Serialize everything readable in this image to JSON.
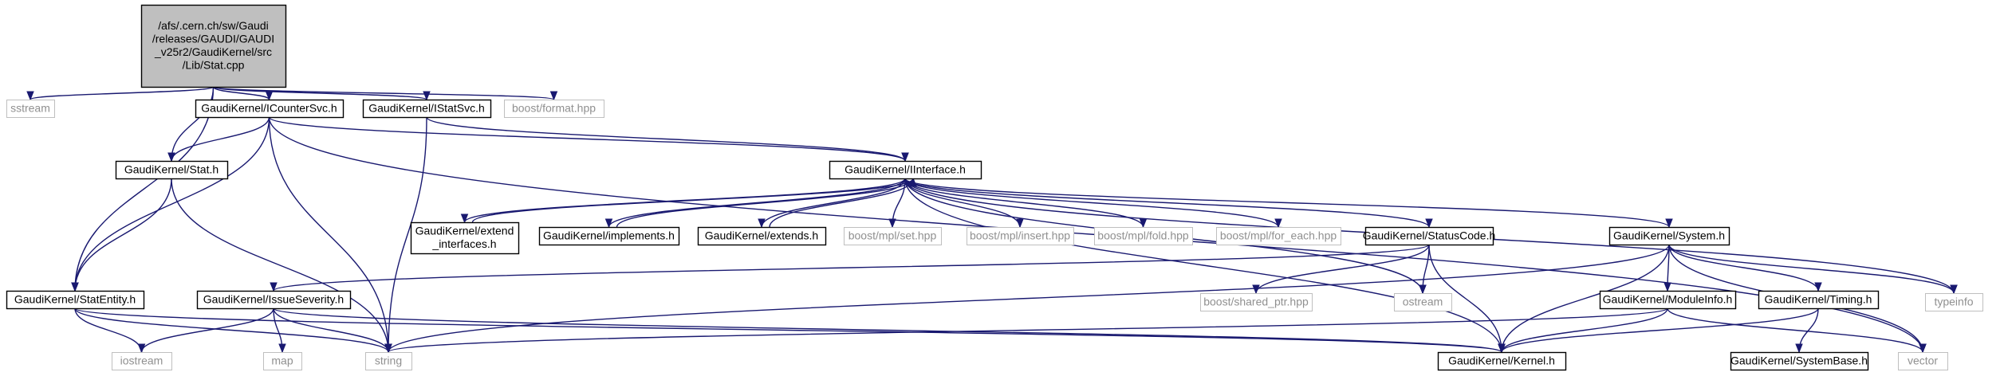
{
  "graph": {
    "title": "Include dependency graph for Stat.cpp",
    "colors": {
      "edge": "#191970",
      "root_fill": "#bfbfbf",
      "node_border": "#000000",
      "external_border": "#bfbfbf",
      "external_text": "#909090"
    },
    "nodes": [
      {
        "id": "root",
        "kind": "root",
        "lines": [
          "/afs/.cern.ch/sw/Gaudi",
          "/releases/GAUDI/GAUDI",
          "_v25r2/GaudiKernel/src",
          "/Lib/Stat.cpp"
        ]
      },
      {
        "id": "sstream",
        "kind": "ext",
        "lines": [
          "sstream"
        ]
      },
      {
        "id": "icountersvc",
        "kind": "int",
        "lines": [
          "GaudiKernel/ICounterSvc.h"
        ]
      },
      {
        "id": "istatsvc",
        "kind": "int",
        "lines": [
          "GaudiKernel/IStatSvc.h"
        ]
      },
      {
        "id": "boostformat",
        "kind": "ext",
        "lines": [
          "boost/format.hpp"
        ]
      },
      {
        "id": "stat",
        "kind": "int",
        "lines": [
          "GaudiKernel/Stat.h"
        ]
      },
      {
        "id": "iinterface",
        "kind": "int",
        "lines": [
          "GaudiKernel/IInterface.h"
        ]
      },
      {
        "id": "extendif",
        "kind": "int",
        "lines": [
          "GaudiKernel/extend",
          "_interfaces.h"
        ]
      },
      {
        "id": "implements",
        "kind": "int",
        "lines": [
          "GaudiKernel/implements.h"
        ]
      },
      {
        "id": "extends",
        "kind": "int",
        "lines": [
          "GaudiKernel/extends.h"
        ]
      },
      {
        "id": "mplset",
        "kind": "ext",
        "lines": [
          "boost/mpl/set.hpp"
        ]
      },
      {
        "id": "mplinsert",
        "kind": "ext",
        "lines": [
          "boost/mpl/insert.hpp"
        ]
      },
      {
        "id": "mplfold",
        "kind": "ext",
        "lines": [
          "boost/mpl/fold.hpp"
        ]
      },
      {
        "id": "mplforeach",
        "kind": "ext",
        "lines": [
          "boost/mpl/for_each.hpp"
        ]
      },
      {
        "id": "statuscode",
        "kind": "int",
        "lines": [
          "GaudiKernel/StatusCode.h"
        ]
      },
      {
        "id": "system",
        "kind": "int",
        "lines": [
          "GaudiKernel/System.h"
        ]
      },
      {
        "id": "statentity",
        "kind": "int",
        "lines": [
          "GaudiKernel/StatEntity.h"
        ]
      },
      {
        "id": "issueseverity",
        "kind": "int",
        "lines": [
          "GaudiKernel/IssueSeverity.h"
        ]
      },
      {
        "id": "sharedptr",
        "kind": "ext",
        "lines": [
          "boost/shared_ptr.hpp"
        ]
      },
      {
        "id": "ostream",
        "kind": "ext",
        "lines": [
          "ostream"
        ]
      },
      {
        "id": "moduleinfo",
        "kind": "int",
        "lines": [
          "GaudiKernel/ModuleInfo.h"
        ]
      },
      {
        "id": "timing",
        "kind": "int",
        "lines": [
          "GaudiKernel/Timing.h"
        ]
      },
      {
        "id": "typeinfo",
        "kind": "ext",
        "lines": [
          "typeinfo"
        ]
      },
      {
        "id": "iostream",
        "kind": "ext",
        "lines": [
          "iostream"
        ]
      },
      {
        "id": "map",
        "kind": "ext",
        "lines": [
          "map"
        ]
      },
      {
        "id": "string",
        "kind": "ext",
        "lines": [
          "string"
        ]
      },
      {
        "id": "kernel",
        "kind": "int",
        "lines": [
          "GaudiKernel/Kernel.h"
        ]
      },
      {
        "id": "systembase",
        "kind": "int",
        "lines": [
          "GaudiKernel/SystemBase.h"
        ]
      },
      {
        "id": "vector",
        "kind": "ext",
        "lines": [
          "vector"
        ]
      }
    ],
    "edges": [
      [
        "root",
        "sstream"
      ],
      [
        "root",
        "icountersvc"
      ],
      [
        "root",
        "istatsvc"
      ],
      [
        "root",
        "boostformat"
      ],
      [
        "root",
        "stat"
      ],
      [
        "root",
        "statentity"
      ],
      [
        "icountersvc",
        "stat"
      ],
      [
        "icountersvc",
        "iinterface"
      ],
      [
        "icountersvc",
        "statentity"
      ],
      [
        "icountersvc",
        "string"
      ],
      [
        "icountersvc",
        "vector"
      ],
      [
        "istatsvc",
        "iinterface"
      ],
      [
        "istatsvc",
        "string"
      ],
      [
        "stat",
        "statentity"
      ],
      [
        "stat",
        "string"
      ],
      [
        "iinterface",
        "extendif"
      ],
      [
        "iinterface",
        "implements"
      ],
      [
        "iinterface",
        "extends"
      ],
      [
        "extendif",
        "iinterface"
      ],
      [
        "implements",
        "iinterface"
      ],
      [
        "extends",
        "iinterface"
      ],
      [
        "iinterface",
        "mplset"
      ],
      [
        "iinterface",
        "mplinsert"
      ],
      [
        "iinterface",
        "mplfold"
      ],
      [
        "iinterface",
        "mplforeach"
      ],
      [
        "iinterface",
        "statuscode"
      ],
      [
        "iinterface",
        "system"
      ],
      [
        "iinterface",
        "ostream"
      ],
      [
        "iinterface",
        "kernel"
      ],
      [
        "iinterface",
        "typeinfo"
      ],
      [
        "statuscode",
        "issueseverity"
      ],
      [
        "statuscode",
        "sharedptr"
      ],
      [
        "statuscode",
        "ostream"
      ],
      [
        "statuscode",
        "kernel"
      ],
      [
        "system",
        "moduleinfo"
      ],
      [
        "system",
        "timing"
      ],
      [
        "system",
        "kernel"
      ],
      [
        "system",
        "string"
      ],
      [
        "system",
        "typeinfo"
      ],
      [
        "system",
        "vector"
      ],
      [
        "moduleinfo",
        "string"
      ],
      [
        "moduleinfo",
        "kernel"
      ],
      [
        "moduleinfo",
        "vector"
      ],
      [
        "timing",
        "kernel"
      ],
      [
        "timing",
        "systembase"
      ],
      [
        "statentity",
        "iostream"
      ],
      [
        "statentity",
        "string"
      ],
      [
        "statentity",
        "kernel"
      ],
      [
        "issueseverity",
        "iostream"
      ],
      [
        "issueseverity",
        "map"
      ],
      [
        "issueseverity",
        "string"
      ],
      [
        "issueseverity",
        "kernel"
      ]
    ]
  }
}
